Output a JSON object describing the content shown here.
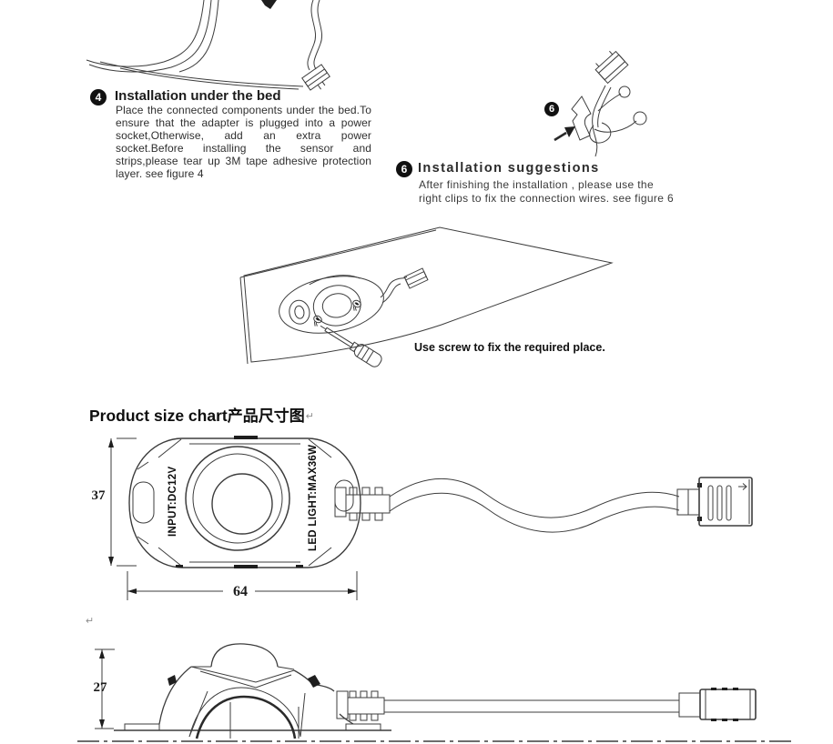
{
  "page": {
    "background": "#ffffff",
    "ink": "#1e1e1e",
    "line_color": "#3d3d3d",
    "mark_color": "#8d8d8d"
  },
  "step4": {
    "number": "4",
    "title": "Installation under the bed",
    "body": "Place the connected components under the bed.To ensure that the adapter is plugged into a power socket,Otherwise, add an extra power socket.Before installing the sensor and strips,please tear up 3M tape adhesive protection layer. see figure 4"
  },
  "step6": {
    "number": "6",
    "title": "Installation suggestions",
    "body_line1": "After finishing the installation , please use the",
    "body_line2": "right clips to fix the connection wires. see figure 6",
    "figure_marker": "6"
  },
  "screw_figure": {
    "caption": "Use screw to fix the required place."
  },
  "size_chart": {
    "heading_en": "Product size chart",
    "heading_zh": "产品尺寸图",
    "paragraph_mark": "↵",
    "top_view": {
      "width": "64",
      "height": "37",
      "input_label": "INPUT:DC12V",
      "output_label": "LED LIGHT:MAX36W"
    },
    "side_view": {
      "height": "27",
      "paragraph_mark": "↵"
    }
  }
}
